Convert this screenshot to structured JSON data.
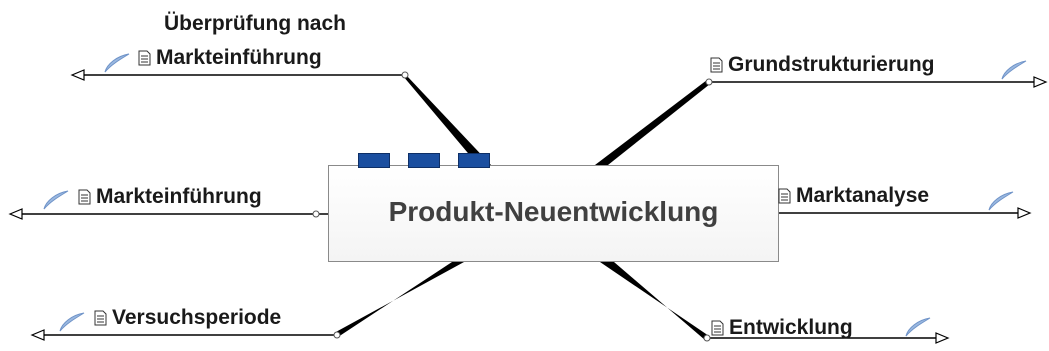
{
  "central_topic": {
    "title": "Produkt-Neuentwicklung"
  },
  "branches": {
    "grundstrukturierung": {
      "label": "Grundstrukturierung"
    },
    "marktanalyse": {
      "label": "Marktanalyse"
    },
    "entwicklung": {
      "label": "Entwicklung"
    },
    "versuchsperiode": {
      "label": "Versuchsperiode"
    },
    "markteinfuehrung": {
      "label": "Markteinführung"
    },
    "ueberpruefung": {
      "label_line1": "Überprüfung nach",
      "label_line2": "Markteinführung"
    }
  },
  "colors": {
    "connector": "#000000",
    "tab_fill": "#1b4fa0",
    "hyperlink_icon": "#9ab8e0",
    "box_border": "#8a8a8a",
    "central_text": "#404040"
  },
  "icons": [
    "document-icon",
    "hyperlink-icon",
    "arrowhead-icon",
    "topic-tab"
  ]
}
